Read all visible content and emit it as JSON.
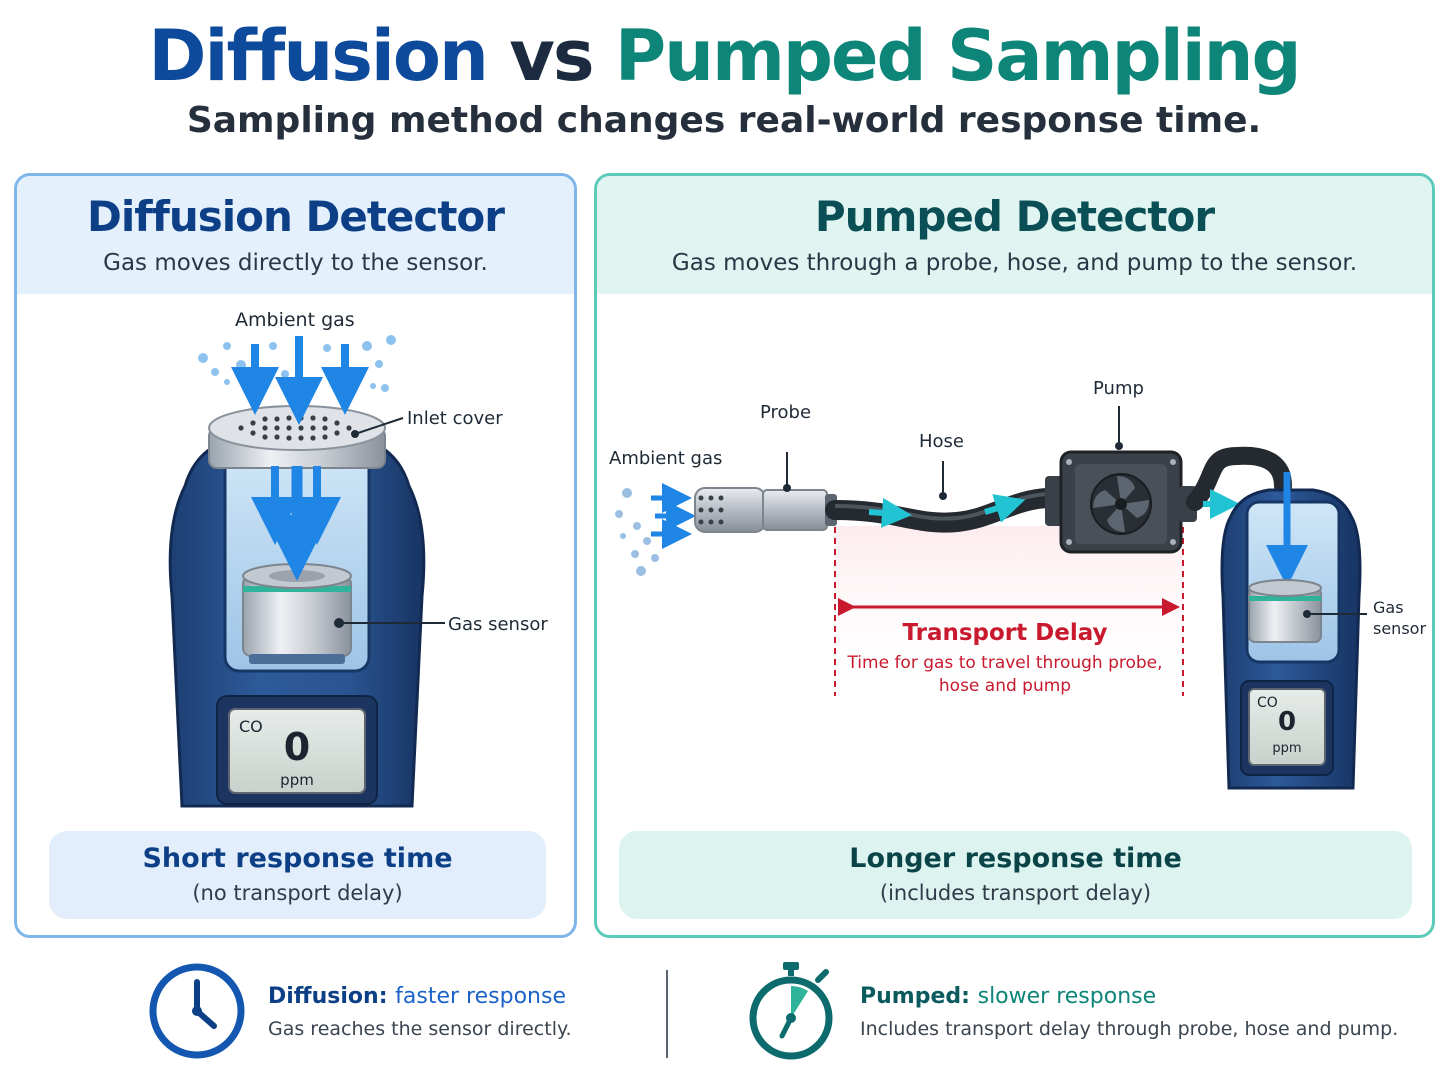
{
  "header": {
    "title_part1": "Diffusion",
    "title_part2": "vs",
    "title_part3": "Pumped Sampling",
    "subtitle": "Sampling method changes real-world response time."
  },
  "diffusion_panel": {
    "title": "Diffusion Detector",
    "subtitle": "Gas moves directly to the sensor.",
    "labels": {
      "ambient_gas": "Ambient gas",
      "inlet_cover": "Inlet cover",
      "gas_sensor": "Gas sensor"
    },
    "display": {
      "gas": "CO",
      "value": "0",
      "unit": "ppm"
    },
    "response_title": "Short response time",
    "response_sub": "(no transport delay)"
  },
  "pumped_panel": {
    "title": "Pumped Detector",
    "subtitle": "Gas moves through a probe, hose, and pump to the sensor.",
    "labels": {
      "ambient_gas": "Ambient gas",
      "probe": "Probe",
      "hose": "Hose",
      "pump": "Pump",
      "gas_sensor_line1": "Gas",
      "gas_sensor_line2": "sensor"
    },
    "delay_title": "Transport Delay",
    "delay_sub": "Time for gas to travel through probe, hose and pump",
    "display": {
      "gas": "CO",
      "value": "0",
      "unit": "ppm"
    },
    "response_title": "Longer response time",
    "response_sub": "(includes transport delay)"
  },
  "footer": {
    "diffusion": {
      "key": "Diffusion:",
      "highlight": "faster response",
      "desc": "Gas reaches the sensor directly.",
      "icon": "clock-icon"
    },
    "pumped": {
      "key": "Pumped:",
      "highlight": "slower response",
      "desc": "Includes transport delay through probe, hose and pump.",
      "icon": "stopwatch-icon"
    }
  },
  "colors": {
    "diffusion_blue": "#0d4a9c",
    "pumped_teal": "#0d8578",
    "delay_red": "#c8192e",
    "flow_arrow_blue": "#1f86e6",
    "flow_arrow_cyan": "#22c4d4"
  }
}
